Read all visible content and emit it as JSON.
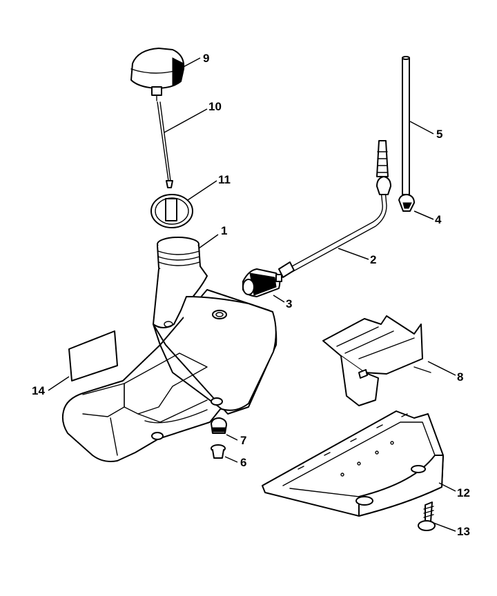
{
  "diagram": {
    "callouts": [
      {
        "label": "1"
      },
      {
        "label": "2"
      },
      {
        "label": "3"
      },
      {
        "label": "4"
      },
      {
        "label": "5"
      },
      {
        "label": "6"
      },
      {
        "label": "7"
      },
      {
        "label": "8"
      },
      {
        "label": "9"
      },
      {
        "label": "10"
      },
      {
        "label": "11"
      },
      {
        "label": "12"
      },
      {
        "label": "13"
      },
      {
        "label": "14"
      }
    ]
  }
}
